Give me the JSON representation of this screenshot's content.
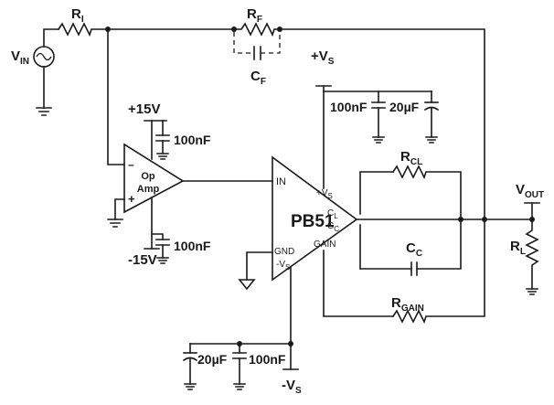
{
  "labels": {
    "vin_main": "V",
    "vin_sub": "IN",
    "ri_main": "R",
    "ri_sub": "I",
    "rf_main": "R",
    "rf_sub": "F",
    "cf_main": "C",
    "cf_sub": "F",
    "vs_top_main": "+V",
    "vs_top_sub": "S",
    "cap_100nF_top": "100nF",
    "cap_20uF_top": "20µF",
    "plus15": "+15V",
    "cap_100nF_plus15": "100nF",
    "minus15": "-15V",
    "cap_100nF_minus15": "100nF",
    "opamp_line1": "Op",
    "opamp_line2": "Amp",
    "opamp_minus": "–",
    "opamp_plus": "+",
    "pb51_name": "PB51",
    "pin_in": "IN",
    "pin_vs_main": "+V",
    "pin_vs_sub": "S",
    "pin_cl_main": "C",
    "pin_cl_sub": "L",
    "pin_cc_main": "C",
    "pin_cc_sub": "C",
    "pin_gain": "GAIN",
    "pin_gnd": "GND",
    "pin_nvs_main": "-V",
    "pin_nvs_sub": "S",
    "rcl_main": "R",
    "rcl_sub": "CL",
    "cc_main": "C",
    "cc_sub": "C",
    "rgain_main": "R",
    "rgain_sub": "GAIN",
    "vout_main": "V",
    "vout_sub": "OUT",
    "rl_main": "R",
    "rl_sub": "L",
    "cap_20uF_bot": "20µF",
    "cap_100nF_bot": "100nF",
    "vs_bot_main": "-V",
    "vs_bot_sub": "S"
  }
}
